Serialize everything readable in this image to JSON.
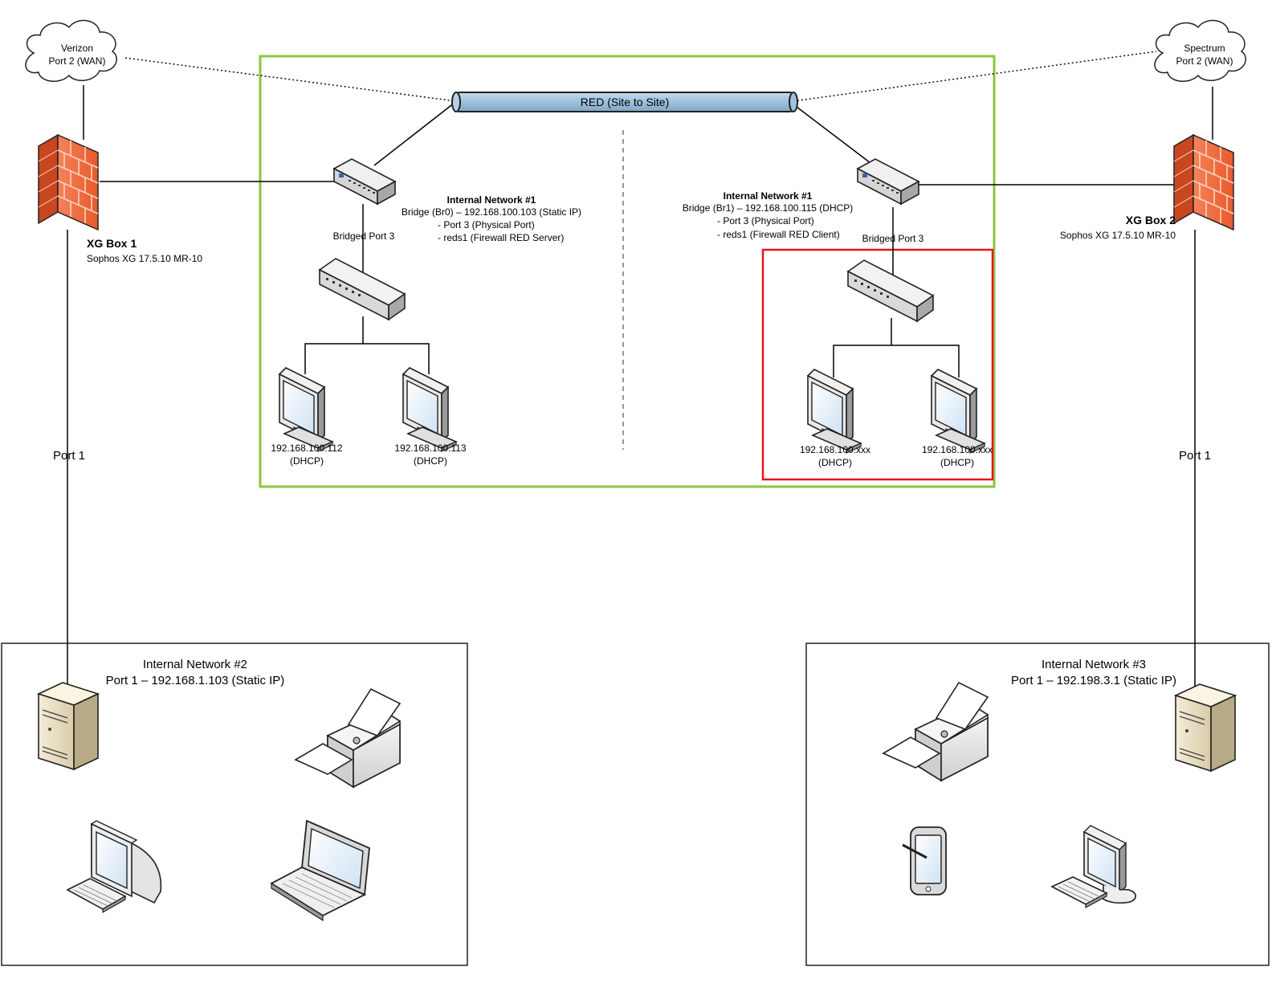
{
  "clouds": {
    "left": {
      "line1": "Verizon",
      "line2": "Port 2 (WAN)"
    },
    "right": {
      "line1": "Spectrum",
      "line2": "Port 2 (WAN)"
    }
  },
  "tunnel": {
    "label": "RED (Site to Site)"
  },
  "xg1": {
    "title": "XG Box 1",
    "subtitle": "Sophos XG 17.5.10 MR-10",
    "port_label": "Port 1"
  },
  "xg2": {
    "title": "XG Box 2",
    "subtitle": "Sophos XG 17.5.10 MR-10",
    "port_label": "Port 1"
  },
  "left_bridge": {
    "title": "Internal Network #1",
    "line1": "Bridge (Br0) – 192.168.100.103 (Static IP)",
    "line2": "- Port 3 (Physical Port)",
    "line3": "- reds1 (Firewall RED Server)",
    "port_label": "Bridged Port 3",
    "pc1": {
      "ip": "192.168.100.112",
      "mode": "(DHCP)"
    },
    "pc2": {
      "ip": "192.168.100.113",
      "mode": "(DHCP)"
    }
  },
  "right_bridge": {
    "title": "Internal Network #1",
    "line1": "Bridge (Br1) – 192.168.100.115 (DHCP)",
    "line2": "- Port 3 (Physical Port)",
    "line3": "- reds1 (Firewall RED Client)",
    "port_label": "Bridged Port 3",
    "pc1": {
      "ip": "192.168.100.xxx",
      "mode": "(DHCP)"
    },
    "pc2": {
      "ip": "192.168.100.xxx",
      "mode": "(DHCP)"
    }
  },
  "net2": {
    "title": "Internal Network #2",
    "subtitle": "Port 1 – 192.168.1.103 (Static IP)"
  },
  "net3": {
    "title": "Internal Network #3",
    "subtitle": "Port 1 – 192.198.3.1 (Static IP)"
  },
  "colors": {
    "green_box": "#8cc63f",
    "red_box": "#e8141e",
    "firewall": "#f26b3a",
    "tunnel": "#9ec0dd"
  }
}
